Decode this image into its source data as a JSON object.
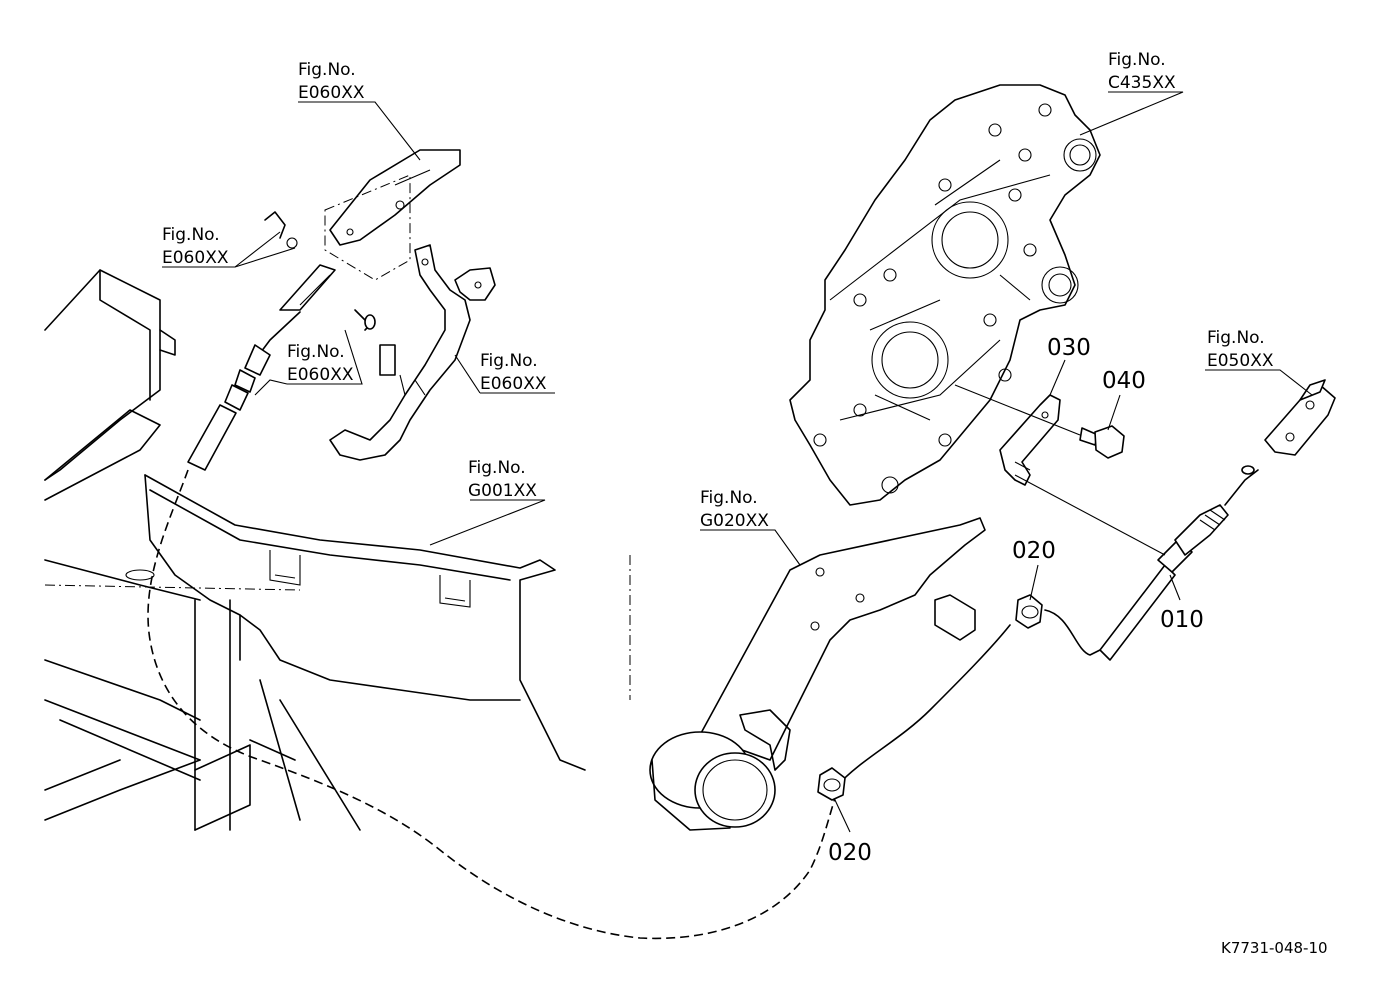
{
  "figure_refs": {
    "e060_top": {
      "line1": "Fig.No.",
      "line2": "E060XX"
    },
    "e060_left": {
      "line1": "Fig.No.",
      "line2": "E060XX"
    },
    "e060_center": {
      "line1": "Fig.No.",
      "line2": "E060XX"
    },
    "e060_right": {
      "line1": "Fig.No.",
      "line2": "E060XX"
    },
    "g001": {
      "line1": "Fig.No.",
      "line2": "G001XX"
    },
    "g020": {
      "line1": "Fig.No.",
      "line2": "G020XX"
    },
    "c435": {
      "line1": "Fig.No.",
      "line2": "C435XX"
    },
    "e050": {
      "line1": "Fig.No.",
      "line2": "E050XX"
    }
  },
  "part_numbers": {
    "p030": "030",
    "p040": "040",
    "p010": "010",
    "p020_upper": "020",
    "p020_lower": "020"
  },
  "drawing_code": "K7731-048-10"
}
